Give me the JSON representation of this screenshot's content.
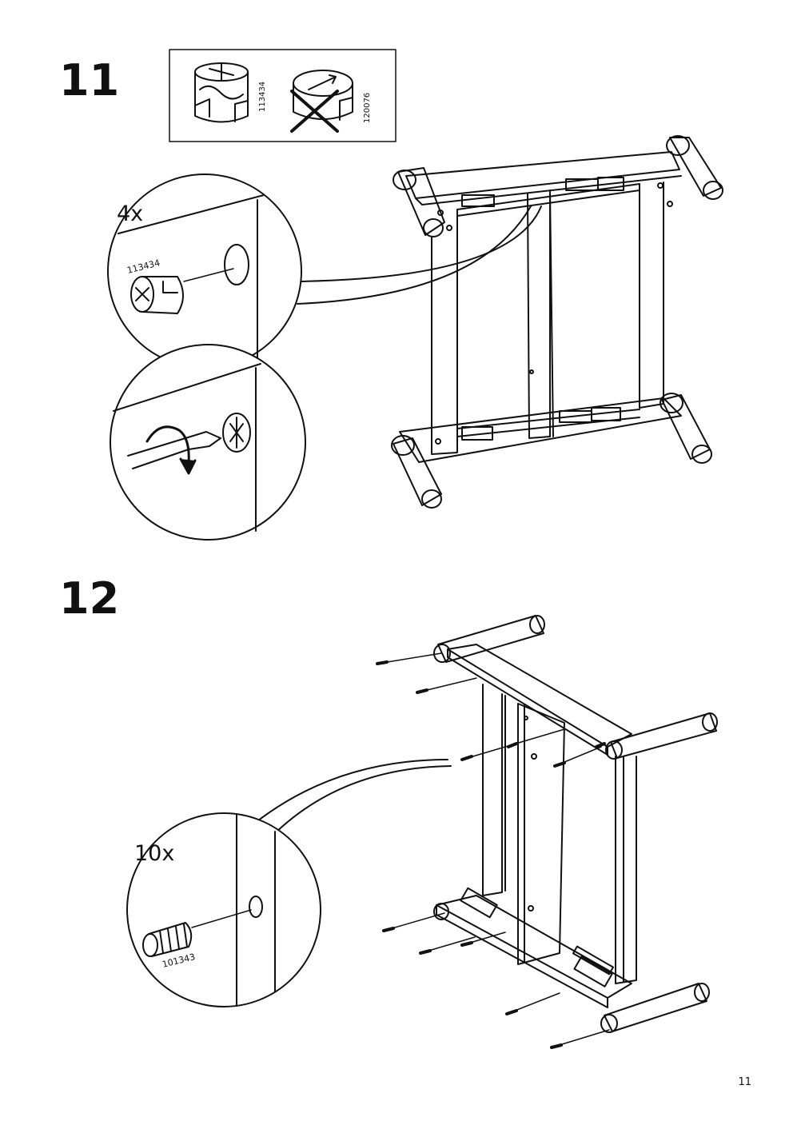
{
  "step11": {
    "number": "11",
    "callout_a_quantity": "4x",
    "callout_a_part": "113434",
    "legend_correct_part": "113434",
    "legend_wrong_part": "120076"
  },
  "step12": {
    "number": "12",
    "callout_quantity": "10x",
    "callout_part": "101343"
  },
  "page_number": "11"
}
